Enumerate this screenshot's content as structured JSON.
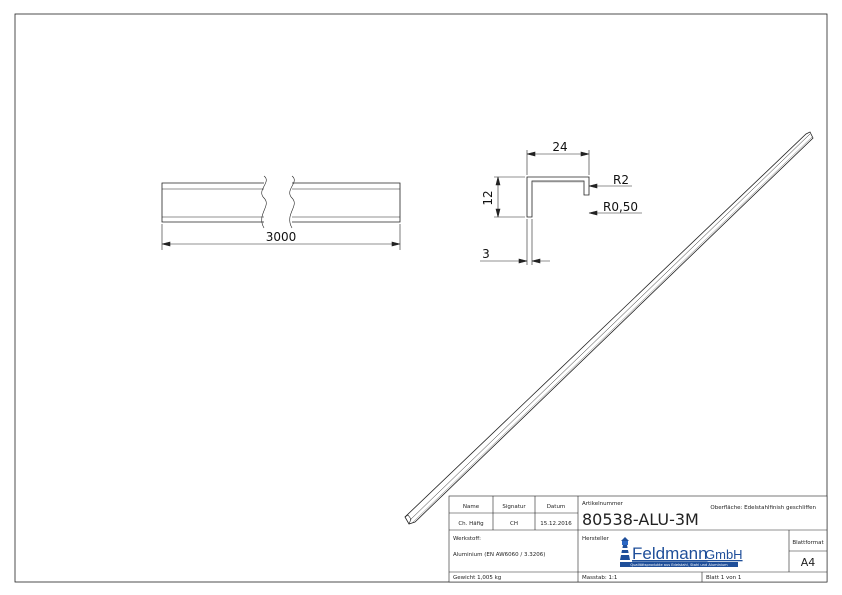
{
  "dimensions": {
    "length": "3000",
    "width": "24",
    "height": "12",
    "thickness": "3",
    "radius_outer": "R2",
    "radius_inner": "R0,50"
  },
  "title_block": {
    "headers": {
      "name": "Name",
      "signature": "Signatur",
      "date": "Datum"
    },
    "row": {
      "name": "Ch. Häfig",
      "signature": "CH",
      "date": "15.12.2016"
    },
    "article_label": "Artikelnummer",
    "article_number": "80538-ALU-3M",
    "surface": "Oberfläche: Edelstahlfinish geschliffen",
    "material_label": "Werkstoff:",
    "material_value": "Aluminium (EN AW6060 / 3.3206)",
    "manufacturer_label": "Hersteller",
    "logo_name": "Feldmann",
    "logo_suffix": "GmbH",
    "logo_tagline": "Qualitätsprodukte aus Edelstahl, Stahl und Aluminium",
    "format_label": "Blattformat",
    "format_value": "A4",
    "weight": "Gewicht 1,005 kg",
    "scale": "Masstab: 1:1",
    "sheet": "Blatt 1 von 1"
  },
  "colors": {
    "line": "#222222",
    "logo": "#1f4f9a",
    "logo_accent": "#2a67c4"
  }
}
